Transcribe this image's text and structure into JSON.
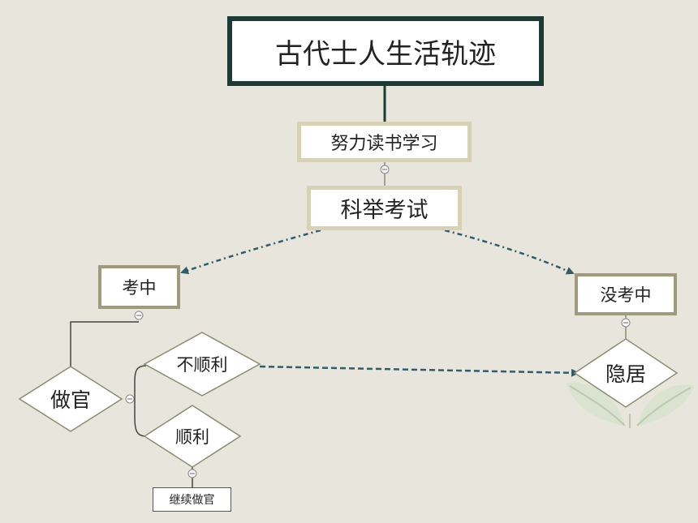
{
  "title": "古代士人生活轨迹",
  "nodes": {
    "study": "努力读书学习",
    "exam": "科举考试",
    "pass": "考中",
    "fail": "没考中",
    "official": "做官",
    "unsmooth": "不顺利",
    "smooth": "顺利",
    "continue": "继续做官",
    "hermit": "隐居"
  },
  "colors": {
    "background": "#e8e6dc",
    "title_border": "#1e3a34",
    "box_border": "#d7d2b3",
    "dark_box_border": "#a09a7a",
    "diamond_stroke": "#8a8c72",
    "arrow": "#2f5d6b",
    "leaf": "#d9e3cf"
  }
}
